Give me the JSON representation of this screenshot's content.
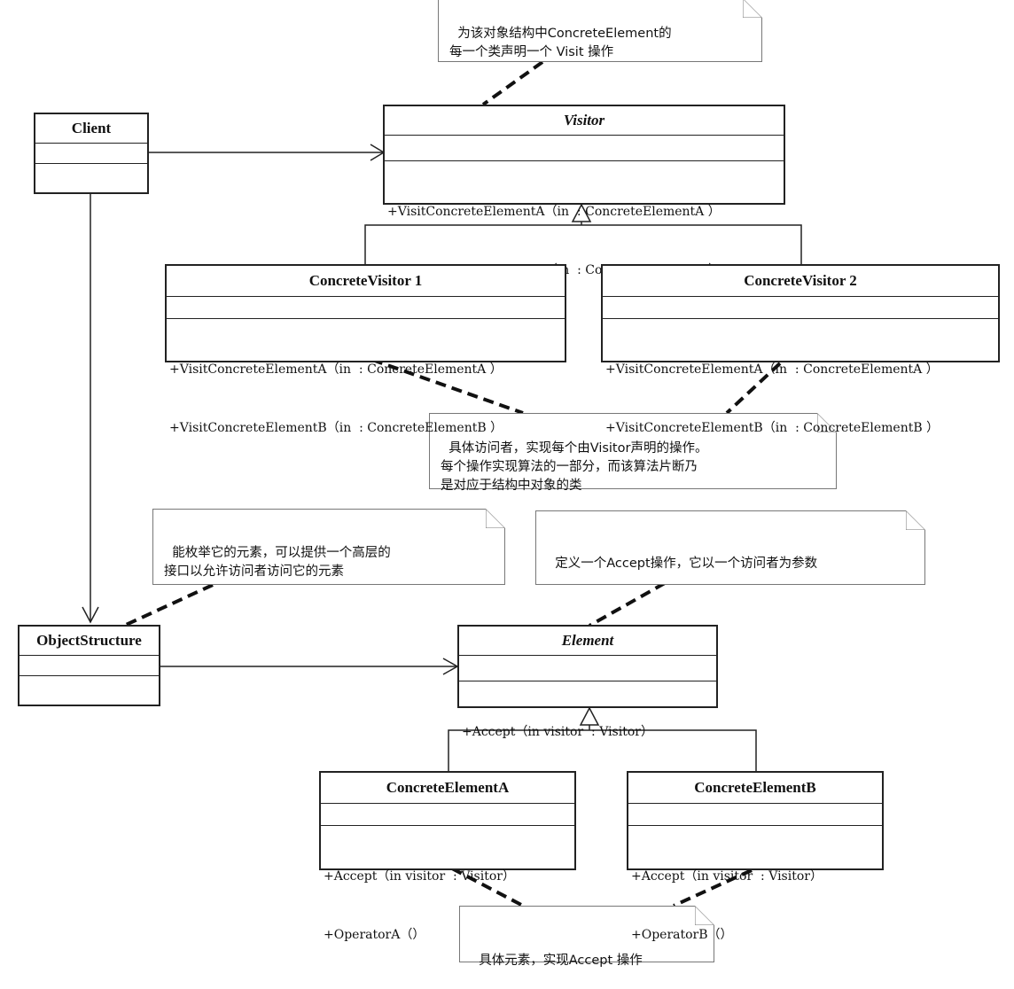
{
  "notes": {
    "visitor_note": "为该对象结构中ConcreteElement的\n每一个类声明一个 Visit 操作",
    "concrete_visitor_note": "具体访问者，实现每个由Visitor声明的操作。\n每个操作实现算法的一部分，而该算法片断乃\n是对应于结构中对象的类",
    "object_structure_note": "能枚举它的元素，可以提供一个高层的\n接口以允许访问者访问它的元素",
    "element_note": "定义一个Accept操作，它以一个访问者为参数",
    "concrete_element_note": "具体元素，实现Accept 操作"
  },
  "classes": {
    "client": {
      "name": "Client"
    },
    "visitor": {
      "name": "Visitor",
      "ops": [
        "+VisitConcreteElementA（in  : ConcreteElementA ）",
        "+VisitConcreteElementB（in  : ConcreteElementB ）"
      ]
    },
    "concrete_visitor_1": {
      "name": "ConcreteVisitor 1",
      "ops": [
        "+VisitConcreteElementA（in  : ConcreteElementA ）",
        "+VisitConcreteElementB（in  : ConcreteElementB ）"
      ]
    },
    "concrete_visitor_2": {
      "name": "ConcreteVisitor 2",
      "ops": [
        "+VisitConcreteElementA（in  : ConcreteElementA ）",
        "+VisitConcreteElementB（in  : ConcreteElementB ）"
      ]
    },
    "object_structure": {
      "name": "ObjectStructure"
    },
    "element": {
      "name": "Element",
      "ops": [
        "+Accept（in visitor  : Visitor）"
      ]
    },
    "concrete_element_a": {
      "name": "ConcreteElementA",
      "ops": [
        "+Accept（in visitor  : Visitor）",
        "+OperatorA（）"
      ]
    },
    "concrete_element_b": {
      "name": "ConcreteElementB",
      "ops": [
        "+Accept（in visitor  : Visitor）",
        "+OperatorB（）"
      ]
    }
  }
}
